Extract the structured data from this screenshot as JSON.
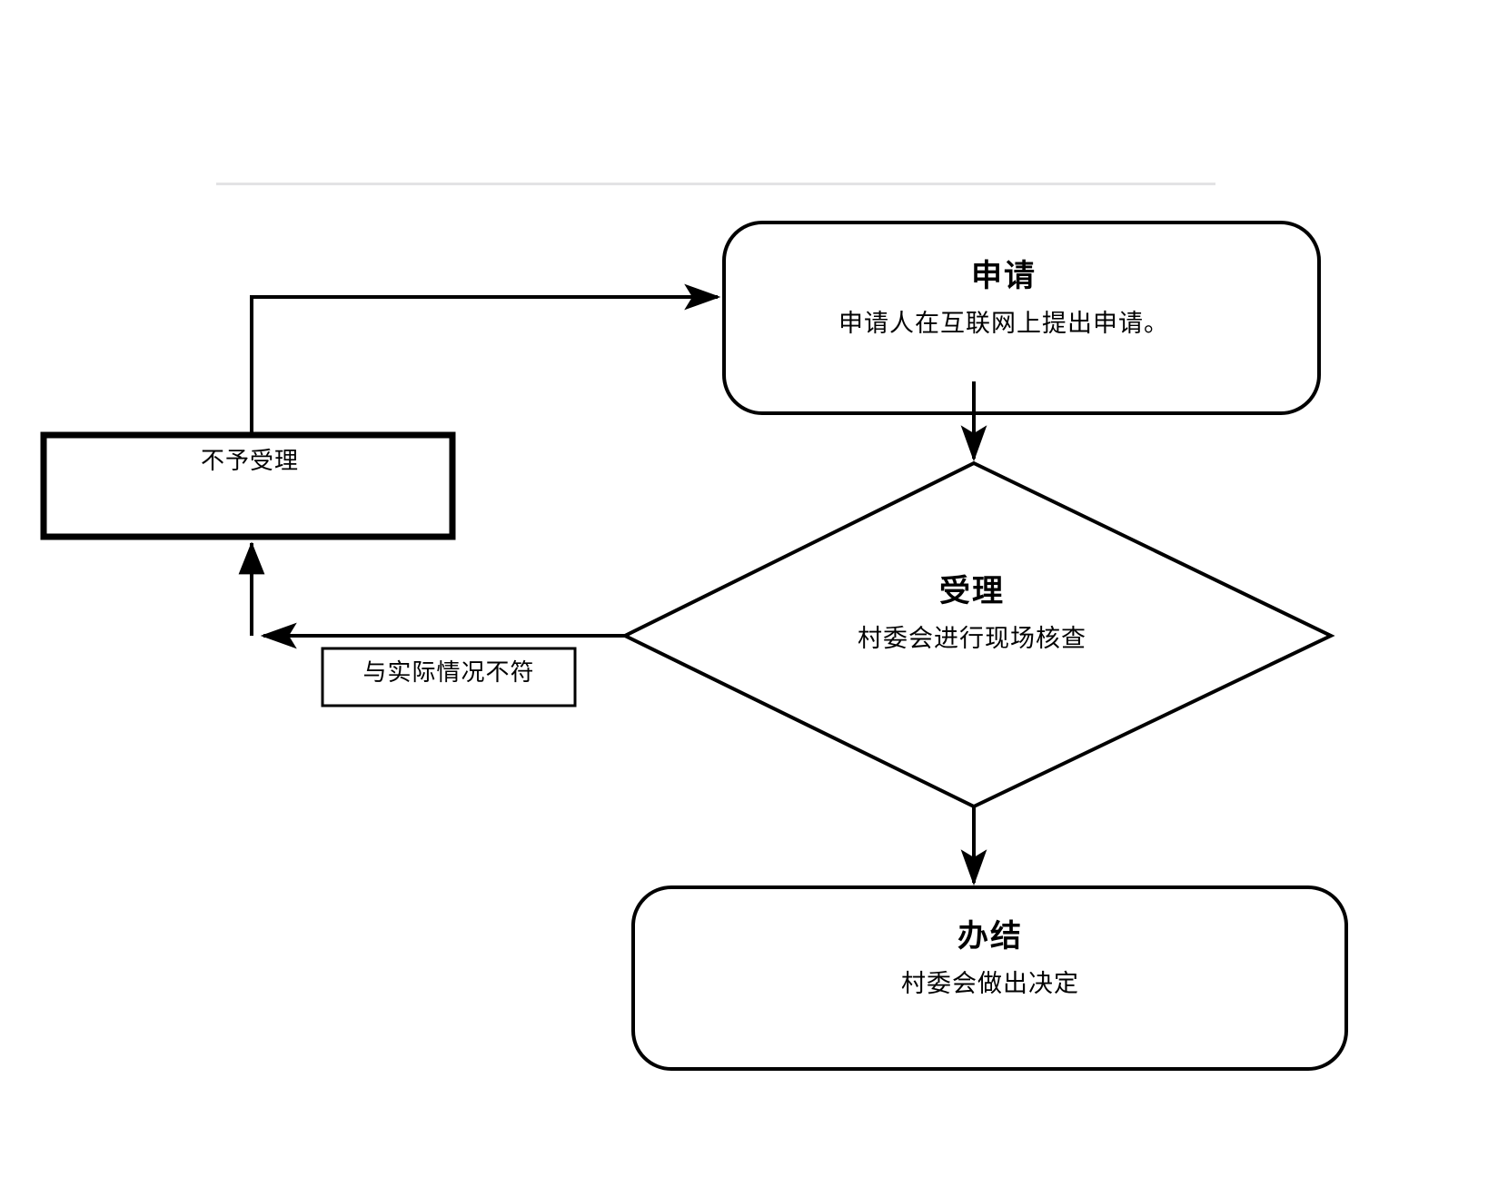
{
  "diagram": {
    "type": "flowchart",
    "title_divider": "horizontal-rule",
    "background_color": "#ffffff",
    "line_color": "#000000",
    "divider_color": "#e3e3e5",
    "nodes": [
      {
        "id": "apply",
        "shape": "rounded-rectangle",
        "title": "申请",
        "subtitle": "申请人在互联网上提出申请。"
      },
      {
        "id": "accept",
        "shape": "diamond",
        "title": "受理",
        "subtitle": "村委会进行现场核查"
      },
      {
        "id": "done",
        "shape": "rounded-rectangle",
        "title": "办结",
        "subtitle": "村委会做出决定"
      },
      {
        "id": "reject",
        "shape": "rectangle",
        "label": "不予受理"
      },
      {
        "id": "mismatch",
        "shape": "rectangle",
        "label": "与实际情况不符"
      }
    ],
    "edges": [
      {
        "id": "apply-to-accept",
        "from": "apply",
        "to": "accept",
        "style": "straight-arrow-down"
      },
      {
        "id": "accept-to-done",
        "from": "accept",
        "to": "done",
        "style": "straight-arrow-down"
      },
      {
        "id": "accept-to-reject",
        "from": "accept",
        "to": "reject",
        "style": "elbow-arrow-left-up"
      },
      {
        "id": "reject-to-apply",
        "from": "reject",
        "to": "apply",
        "style": "elbow-arrow-up-right"
      }
    ]
  }
}
